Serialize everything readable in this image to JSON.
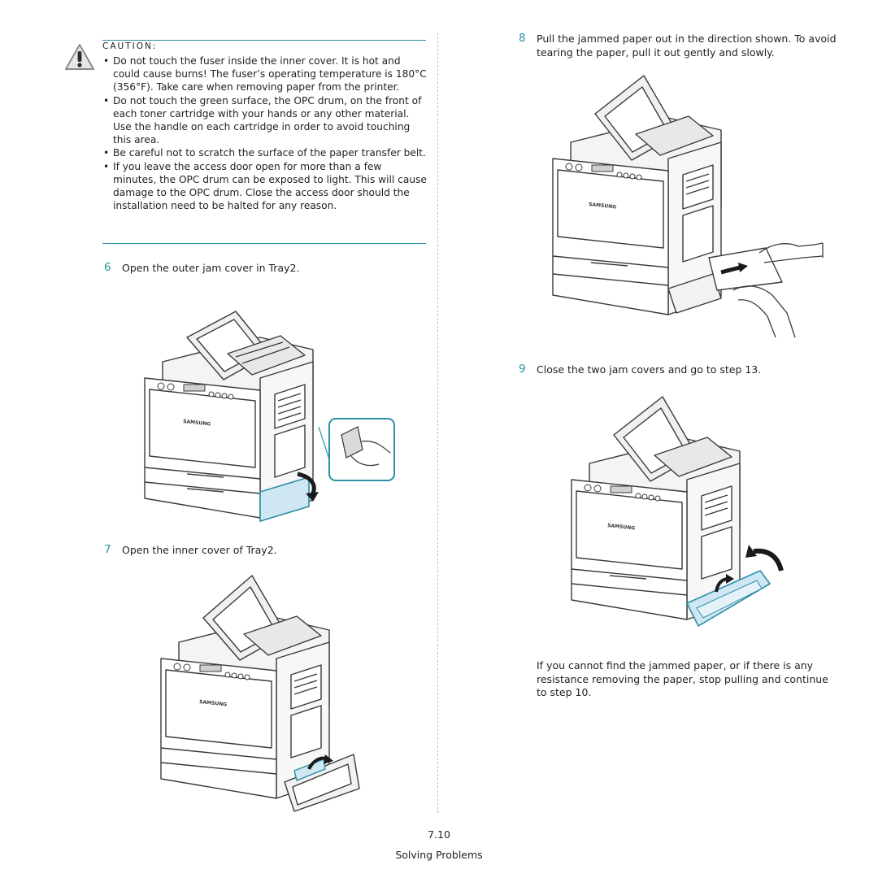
{
  "caution": {
    "title": "CAUTION:",
    "items": [
      "Do not touch the fuser inside the inner cover. It is hot and could cause burns! The fuser’s operating temperature is 180°C (356°F). Take care when removing paper from the printer.",
      "Do not touch the green surface, the OPC drum, on the front of each toner cartridge with your hands or any other material. Use the handle on each cartridge in order to avoid touching this area.",
      "Be careful not to scratch the surface of the paper transfer belt.",
      "If you leave the access door open for more than a few minutes, the OPC drum can be exposed to light. This will cause damage to the OPC drum. Close the access door should the installation need to be halted for any reason."
    ]
  },
  "steps": [
    {
      "num": "6",
      "text": "Open the outer jam cover in Tray2."
    },
    {
      "num": "7",
      "text": "Open the inner cover of Tray2."
    },
    {
      "num": "8",
      "text": "Pull the jammed paper out in the direction shown. To avoid tearing the paper, pull it out gently and slowly."
    },
    {
      "num": "9",
      "text": "Close the two jam covers and go to step 13."
    }
  ],
  "note": "If you cannot find the jammed paper, or if there is any resistance removing the paper, stop pulling and continue to step 10.",
  "brand_label": "SAMSUNG",
  "footer": {
    "page": "7.10",
    "section": "Solving Problems"
  },
  "colors": {
    "accent": "#2a8fa4",
    "highlight": "#cfe6f3"
  },
  "icons": {
    "caution": "caution-triangle-icon"
  }
}
